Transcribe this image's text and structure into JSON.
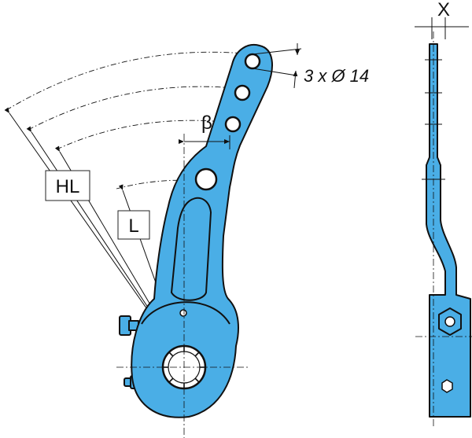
{
  "labels": {
    "hl": "HL",
    "l": "L",
    "beta": "β",
    "x": "X",
    "holes": "3 x Ø 14"
  },
  "colors": {
    "part_fill": "#4aaee6",
    "outline": "#111111",
    "background": "#ffffff"
  }
}
